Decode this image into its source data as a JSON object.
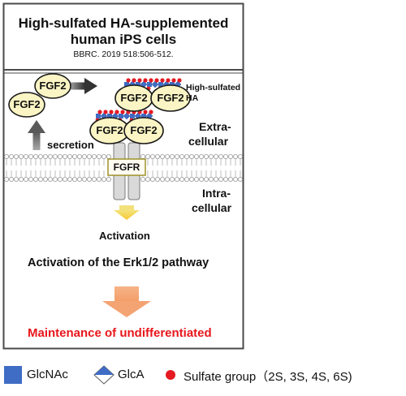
{
  "title_line1": "High-sulfated HA-supplemented",
  "title_line2": "human iPS cells",
  "reference": "BBRC. 2019 518:506-512.",
  "fgf2_label": "FGF2",
  "high_sulfated_line1": "High-sulfated",
  "high_sulfated_line2": "HA",
  "extracellular_line1": "Extra-",
  "extracellular_line2": "cellular",
  "intracellular_line1": "Intra-",
  "intracellular_line2": "cellular",
  "secretion": "secretion",
  "fgfr": "FGFR",
  "activation": "Activation",
  "pathway": "Activation of the Erk1/2 pathway",
  "maintenance": "Maintenance of undifferentiated",
  "legend": {
    "glcnac": "GlcNAc",
    "glca": "GlcA",
    "sulfate": "Sulfate group（2S, 3S, 4S, 6S)"
  },
  "colors": {
    "glcnac": "#3f6cc4",
    "sulfate": "#e51a22",
    "fgf2_fill": "#fbf4c4",
    "maintenance_text": "#e8161b",
    "activation_arrow": "#f7d14a",
    "maintenance_arrow": "#f5aa7c"
  }
}
